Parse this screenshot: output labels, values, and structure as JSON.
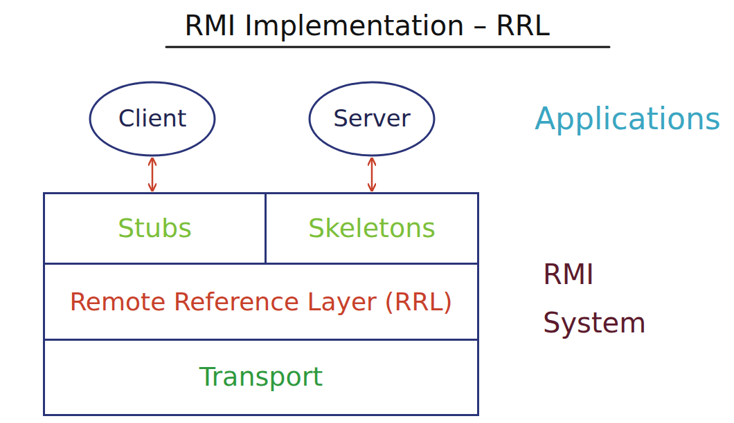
{
  "diagram": {
    "title": "RMI Implementation – RRL",
    "nodes": [
      {
        "text": [
          "Client"
        ]
      },
      {
        "text": [
          "Server"
        ]
      },
      {
        "text": [
          "Stubs"
        ]
      },
      {
        "text": [
          "Skeletons"
        ]
      },
      {
        "text": [
          "Remote Reference Layer (RRL)"
        ]
      },
      {
        "text": [
          "Transport"
        ]
      }
    ],
    "edges": [
      {
        "from": 0,
        "to": 2,
        "arrow": "both"
      },
      {
        "from": 1,
        "to": 3,
        "arrow": "both"
      }
    ],
    "labels": [
      "Applications",
      "RMI System"
    ]
  }
}
